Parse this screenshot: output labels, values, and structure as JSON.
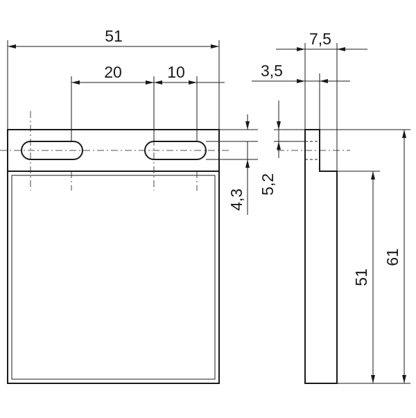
{
  "dimensions": {
    "overall_width": "51",
    "slot_spacing": "20",
    "slot_length": "10",
    "side_total_thickness": "7,5",
    "side_step_thickness": "3,5",
    "flange_height": "4,3",
    "slot_offset": "5,2",
    "body_height": "51",
    "total_height": "61"
  }
}
